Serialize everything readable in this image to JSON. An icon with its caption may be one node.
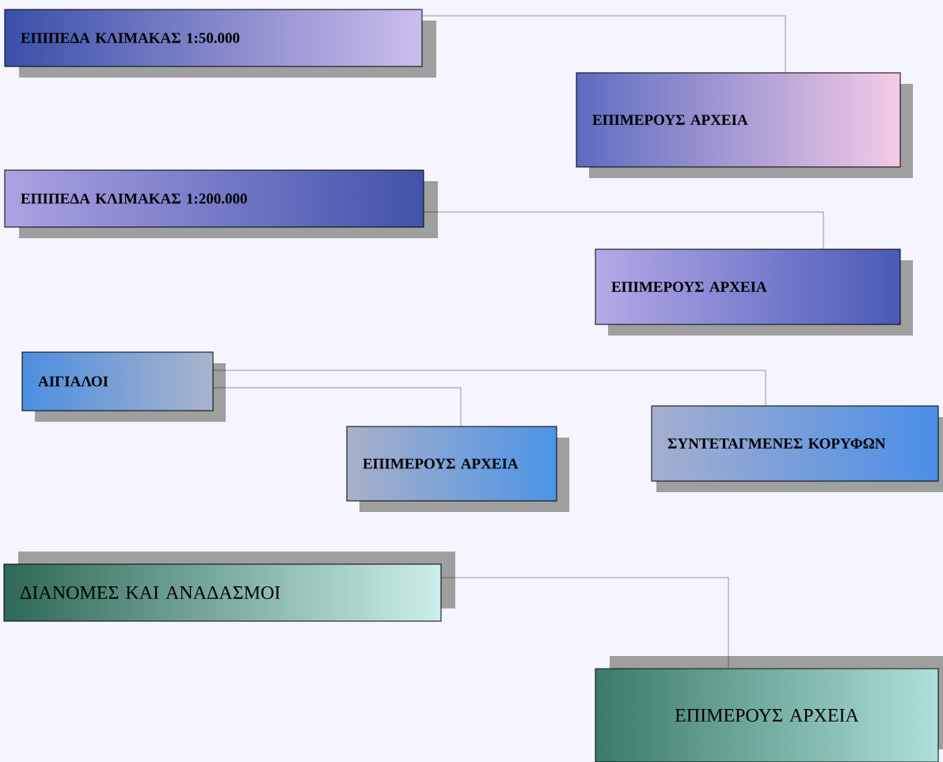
{
  "diagram": {
    "nodes": [
      {
        "text": [
          "ΕΠΙΠΕΔΑ ΚΛΙΜΑΚΑΣ 1:50.000"
        ]
      },
      {
        "text": [
          "ΕΠΙΜΕΡΟΥΣ ΑΡΧΕΙΑ"
        ]
      },
      {
        "text": [
          "ΕΠΙΠΕΔΑ ΚΛΙΜΑΚΑΣ 1:200.000"
        ]
      },
      {
        "text": [
          "ΕΠΙΜΕΡΟΥΣ ΑΡΧΕΙΑ"
        ]
      },
      {
        "text": [
          "ΑΙΓΙΑΛΟΙ"
        ]
      },
      {
        "text": [
          "ΕΠΙΜΕΡΟΥΣ ΑΡΧΕΙΑ"
        ]
      },
      {
        "text": [
          "ΣΥΝΤΕΤΑΓΜΕΝΕΣ ΚΟΡΥΦΩΝ"
        ]
      },
      {
        "text": [
          "ΔΙΑΝΟΜΕΣ ΚΑΙ ΑΝΑΔΑΣΜΟΙ"
        ]
      },
      {
        "text": [
          "ΕΠΙΜΕΡΟΥΣ ΑΡΧΕΙΑ"
        ]
      }
    ],
    "edges": [
      {
        "from": 0,
        "to": 1,
        "arrow": "none"
      },
      {
        "from": 2,
        "to": 3,
        "arrow": "none"
      },
      {
        "from": 4,
        "to": 6,
        "arrow": "none"
      },
      {
        "from": 4,
        "to": 5,
        "arrow": "none"
      },
      {
        "from": 7,
        "to": 8,
        "arrow": "none"
      }
    ]
  }
}
